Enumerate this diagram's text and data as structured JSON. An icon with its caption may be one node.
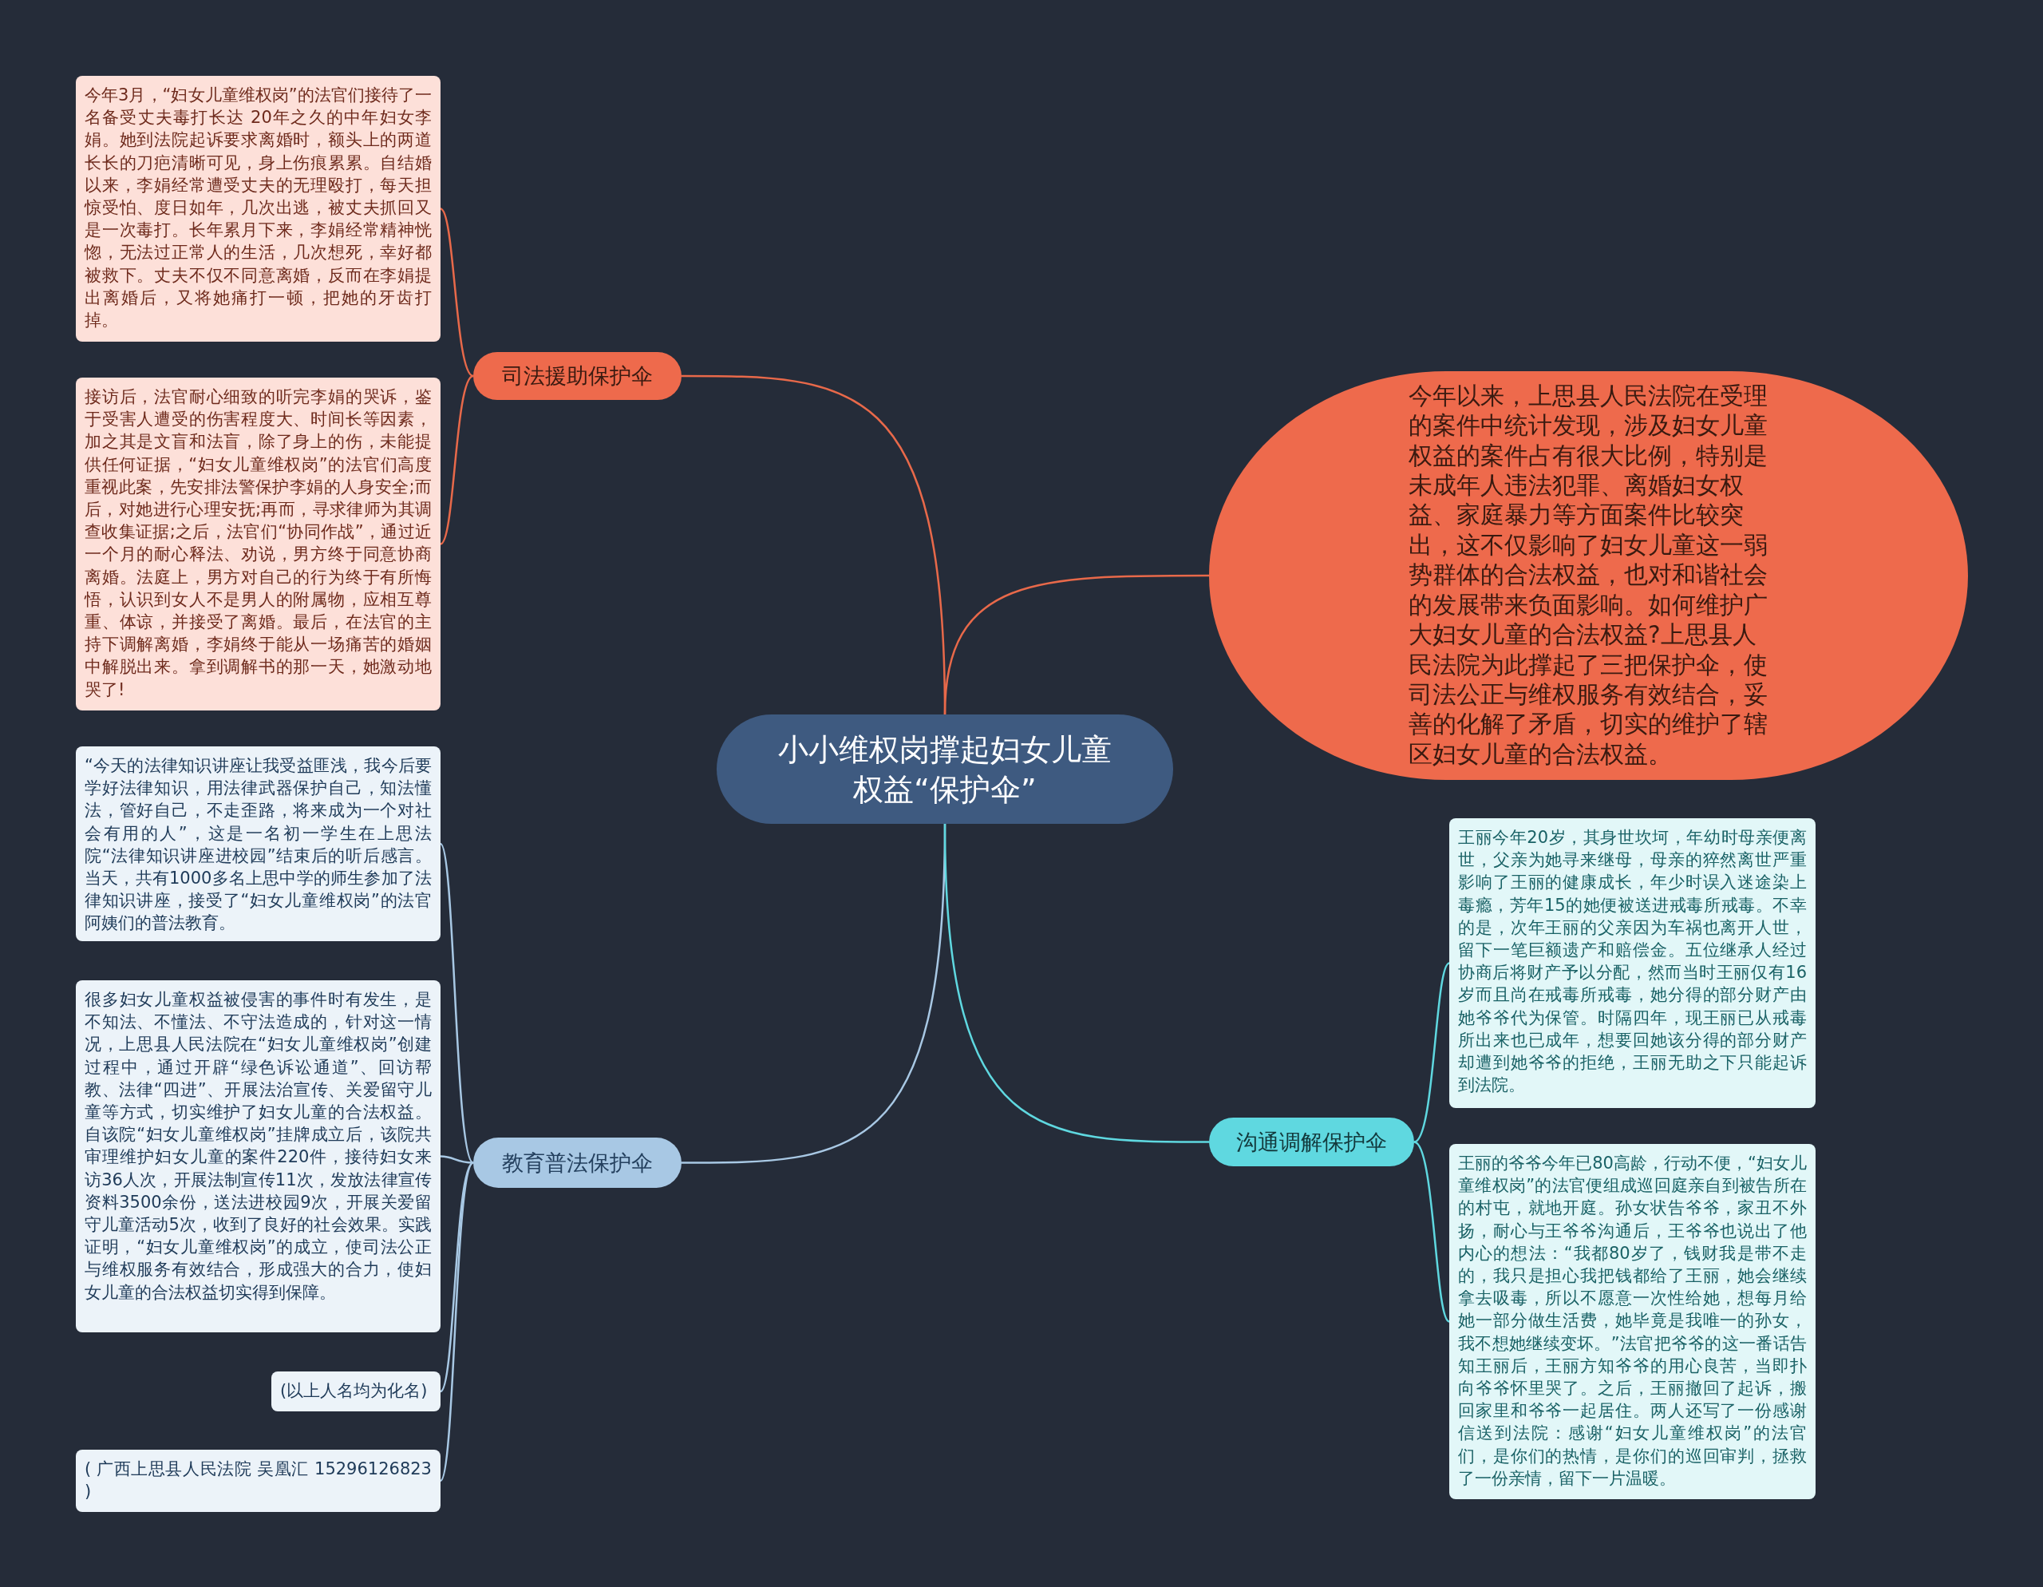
{
  "diagram": {
    "nodes": [
      {
        "text": [
          "小小维权岗撑起妇女儿童权益“保护伞”"
        ]
      },
      {
        "text": [
          "司法援助保护伞"
        ]
      },
      {
        "text": [
          "今年3月，“妇女儿童维权岗”的法官们接待了一名备受丈夫毒打长达 20年之久的中年妇女李娟。她到法院起诉要求离婚时，额头上的两道长长的刀疤清晰可见，身上伤痕累累。自结婚以来，李娟经常遭受丈夫的无理殴打，每天担惊受怕、度日如年，几次出逃，被丈夫抓回又是一次毒打。长年累月下来，李娟经常精神恍惚，无法过正常人的生活，几次想死，幸好都被救下。丈夫不仅不同意离婚，反而在李娟提出离婚后，又将她痛打一顿，把她的牙齿打掉。"
        ]
      },
      {
        "text": [
          "接访后，法官耐心细致的听完李娟的哭诉，鉴于受害人遭受的伤害程度大、时间长等因素，加之其是文盲和法盲，除了身上的伤，未能提供任何证据，“妇女儿童维权岗”的法官们高度重视此案，先安排法警保护李娟的人身安全;而后，对她进行心理安抚;再而，寻求律师为其调查收集证据;之后，法官们“协同作战”，通过近一个月的耐心释法、劝说，男方终于同意协商离婚。法庭上，男方对自己的行为终于有所悔悟，认识到女人不是男人的附属物，应相互尊重、体谅，并接受了离婚。最后，在法官的主持下调解离婚，李娟终于能从一场痛苦的婚姻中解脱出来。拿到调解书的那一天，她激动地哭了!"
        ]
      },
      {
        "text": [
          "今年以来，上思县人民法院在受理的案件中统计发现，涉及妇女儿童权益的案件占有很大比例，特别是未成年人违法犯罪、离婚妇女权益、家庭暴力等方面案件比较突出，这不仅影响了妇女儿童这一弱势群体的合法权益，也对和谐社会的发展带来负面影响。如何维护广大妇女儿童的合法权益?上思县人民法院为此撑起了三把保护伞，使司法公正与维权服务有效结合，妥善的化解了矛盾，切实的维护了辖区妇女儿童的合法权益。"
        ]
      },
      {
        "text": [
          "教育普法保护伞"
        ]
      },
      {
        "text": [
          "“今天的法律知识讲座让我受益匪浅，我今后要学好法律知识，用法律武器保护自己，知法懂法，管好自己，不走歪路，将来成为一个对社会有用的人”，这是一名初一学生在上思法院“法律知识讲座进校园”结束后的听后感言。当天，共有1000多名上思中学的师生参加了法律知识讲座，接受了“妇女儿童维权岗”的法官阿姨们的普法教育。"
        ]
      },
      {
        "text": [
          "很多妇女儿童权益被侵害的事件时有发生，是不知法、不懂法、不守法造成的，针对这一情况，上思县人民法院在“妇女儿童维权岗”创建过程中，通过开辟“绿色诉讼通道”、回访帮教、法律“四进”、开展法治宣传、关爱留守儿童等方式，切实维护了妇女儿童的合法权益。自该院“妇女儿童维权岗”挂牌成立后，该院共审理维护妇女儿童的案件220件，接待妇女来访36人次，开展法制宣传11次，发放法律宣传资料3500余份，送法进校园9次，开展关爱留守儿童活动5次，收到了良好的社会效果。实践证明，“妇女儿童维权岗”的成立，使司法公正与维权服务有效结合，形成强大的合力，使妇女儿童的合法权益切实得到保障。"
        ]
      },
      {
        "text": [
          "(以上人名均为化名)"
        ]
      },
      {
        "text": [
          "( 广西上思县人民法院 吴凰汇 15296126823 )"
        ]
      },
      {
        "text": [
          "沟通调解保护伞"
        ]
      },
      {
        "text": [
          "王丽今年20岁，其身世坎坷，年幼时母亲便离世，父亲为她寻来继母，母亲的猝然离世严重影响了王丽的健康成长，年少时误入迷途染上毒瘾，芳年15的她便被送进戒毒所戒毒。不幸的是，次年王丽的父亲因为车祸也离开人世，留下一笔巨额遗产和赔偿金。五位继承人经过协商后将财产予以分配，然而当时王丽仅有16岁而且尚在戒毒所戒毒，她分得的部分财产由她爷爷代为保管。时隔四年，现王丽已从戒毒所出来也已成年，想要回她该分得的部分财产却遭到她爷爷的拒绝，王丽无助之下只能起诉到法院。"
        ]
      },
      {
        "text": [
          "王丽的爷爷今年已80高龄，行动不便，“妇女儿童维权岗”的法官便组成巡回庭亲自到被告所在的村屯，就地开庭。孙女状告爷爷，家丑不外扬，耐心与王爷爷沟通后，王爷爷也说出了他内心的想法：“我都80岁了，钱财我是带不走的，我只是担心我把钱都给了王丽，她会继续拿去吸毒，所以不愿意一次性给她，想每月给她一部分做生活费，她毕竟是我唯一的孙女，我不想她继续变坏。”法官把爷爷的这一番话告知王丽后，王丽方知爷爷的用心良苦，当即扑向爷爷怀里哭了。之后，王丽撤回了起诉，搬回家里和爷爷一起居住。两人还写了一份感谢信送到法院：感谢“妇女儿童维权岗”的法官们，是你们的热情，是你们的巡回审判，拯救了一份亲情，留下一片温暖。"
        ]
      }
    ],
    "edges": [
      {
        "from": 0,
        "to": 1,
        "arrow": "none",
        "color": "#e8694a"
      },
      {
        "from": 1,
        "to": 2,
        "arrow": "none",
        "color": "#e8694a"
      },
      {
        "from": 1,
        "to": 3,
        "arrow": "none",
        "color": "#e8694a"
      },
      {
        "from": 0,
        "to": 4,
        "arrow": "none",
        "color": "#e8694a"
      },
      {
        "from": 0,
        "to": 5,
        "arrow": "none",
        "color": "#a8c8e4"
      },
      {
        "from": 5,
        "to": 6,
        "arrow": "none",
        "color": "#a8c8e4"
      },
      {
        "from": 5,
        "to": 7,
        "arrow": "none",
        "color": "#a8c8e4"
      },
      {
        "from": 5,
        "to": 8,
        "arrow": "none",
        "color": "#a8c8e4"
      },
      {
        "from": 5,
        "to": 9,
        "arrow": "none",
        "color": "#a8c8e4"
      },
      {
        "from": 0,
        "to": 10,
        "arrow": "none",
        "color": "#5fd8e0"
      },
      {
        "from": 10,
        "to": 11,
        "arrow": "none",
        "color": "#5fd8e0"
      },
      {
        "from": 10,
        "to": 12,
        "arrow": "none",
        "color": "#5fd8e0"
      }
    ]
  }
}
